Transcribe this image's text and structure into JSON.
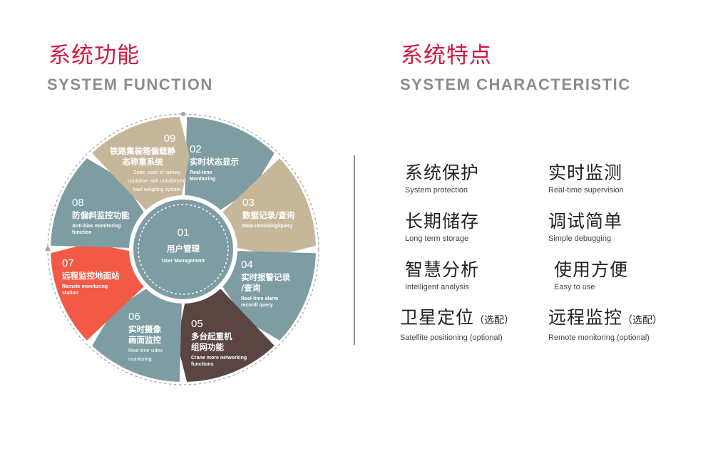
{
  "left": {
    "title_zh": "系统功能",
    "title_en": "SYSTEM FUNCTION"
  },
  "right": {
    "title_zh": "系统特点",
    "title_en": "SYSTEM CHARACTERISTIC"
  },
  "diagram": {
    "center": {
      "num": "01",
      "zh": "用户管理",
      "en": "User Management",
      "color": "#7e9da3"
    },
    "segments": [
      {
        "num": "02",
        "zh": [
          "实时状态显示"
        ],
        "en": [
          "Real-time",
          "Monitoring"
        ],
        "color": "#7e9da3"
      },
      {
        "num": "03",
        "zh": [
          "数据记录/查询"
        ],
        "en": [
          "Data recording/query"
        ],
        "color": "#c7b79a"
      },
      {
        "num": "04",
        "zh": [
          "实时报警记录",
          "/查询"
        ],
        "en": [
          "Real-time alarm",
          "record/ query"
        ],
        "color": "#7e9da3"
      },
      {
        "num": "05",
        "zh": [
          "多台起重机",
          "组网功能"
        ],
        "en": [
          "Crane more networking",
          "functions"
        ],
        "color": "#5a4543"
      },
      {
        "num": "06",
        "zh": [
          "实时摄像",
          "画面监控"
        ],
        "en": [
          "Real time video",
          "monitoring"
        ],
        "color": "#7e9da3"
      },
      {
        "num": "07",
        "zh": [
          "远程监控地面站"
        ],
        "en": [
          "Remote monitoring",
          "station"
        ],
        "color": "#f25a47"
      },
      {
        "num": "08",
        "zh": [
          "防偏斜监控功能"
        ],
        "en": [
          "Anti-bias monitoring",
          "function"
        ],
        "color": "#7e9da3"
      },
      {
        "num": "09",
        "zh": [
          "铁路集装箱偏载静",
          "态称重系统"
        ],
        "en": [
          "Static state of railway",
          "container with unbalanced",
          "load  weighing system"
        ],
        "color": "#c7b79a"
      }
    ]
  },
  "features": [
    {
      "zh": "系统保护",
      "en": "System protection"
    },
    {
      "zh": "实时监测",
      "en": "Real-time supervision"
    },
    {
      "zh": "长期储存",
      "en": "Long term storage"
    },
    {
      "zh": "调试简单",
      "en": "Simple debugging"
    },
    {
      "zh": "智慧分析",
      "en": "Intelligent analysis"
    },
    {
      "zh": "使用方便",
      "en": "Easy to use"
    },
    {
      "zh": "卫星定位",
      "opt": "（选配）",
      "en": "Satellite positioning (optional)"
    },
    {
      "zh": "远程监控",
      "opt": "（选配）",
      "en": "Remote monitoring (optional)"
    }
  ]
}
